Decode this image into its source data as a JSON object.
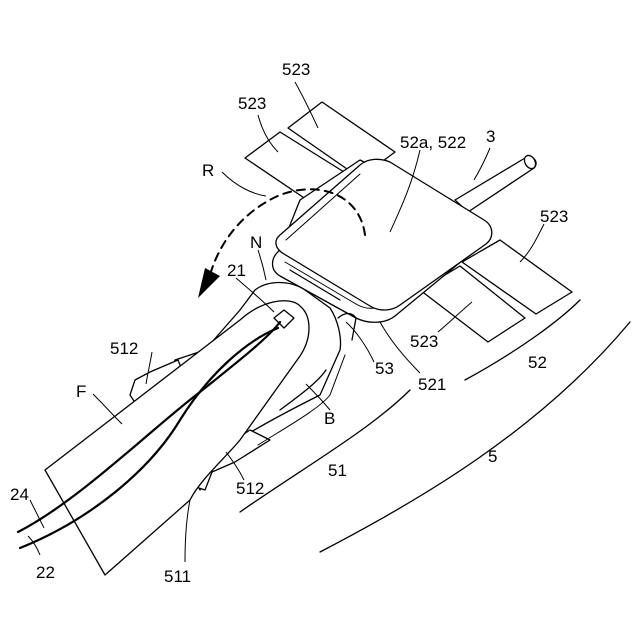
{
  "labels": {
    "l523a": "523",
    "l523b": "523",
    "l523c": "523",
    "l523d": "523",
    "l3": "3",
    "l52a522": "52a, 522",
    "lR": "R",
    "lN": "N",
    "l21": "21",
    "l512a": "512",
    "l512b": "512",
    "lF": "F",
    "l53": "53",
    "l521": "521",
    "l52": "52",
    "lB": "B",
    "l51": "51",
    "l5": "5",
    "l24": "24",
    "l22": "22",
    "l511": "511"
  }
}
